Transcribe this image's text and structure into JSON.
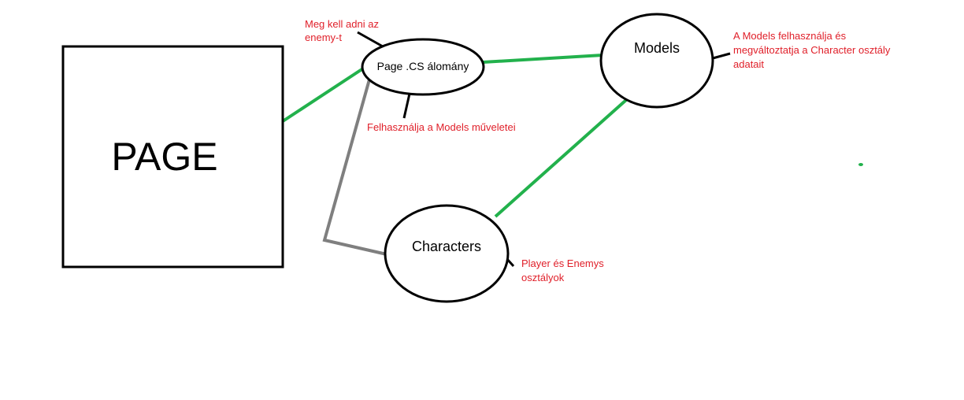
{
  "diagram": {
    "colors": {
      "outline": "#000000",
      "green_link": "#22b14c",
      "gray_link": "#7f7f7f",
      "note_red": "#e0202a"
    },
    "nodes": {
      "page": {
        "label": "PAGE",
        "shape": "rectangle"
      },
      "page_cs": {
        "label": "Page .CS álomány",
        "shape": "ellipse"
      },
      "models": {
        "label": "Models",
        "shape": "ellipse"
      },
      "characters": {
        "label": "Characters",
        "shape": "ellipse"
      }
    },
    "notes": {
      "page_cs_top": [
        "Meg kell adni az",
        "enemy-t"
      ],
      "page_cs_bottom": [
        "Felhasználja a Models műveletei"
      ],
      "models_right": [
        "A Models felhasználja és",
        "megváltoztatja a Character osztály",
        "adatait"
      ],
      "characters_right": [
        "Player és Enemys",
        "osztályok"
      ]
    },
    "edges": [
      {
        "from": "page",
        "to": "page_cs",
        "color": "green"
      },
      {
        "from": "page_cs",
        "to": "models",
        "color": "green"
      },
      {
        "from": "models",
        "to": "characters",
        "color": "green"
      },
      {
        "from": "page_cs",
        "to": "characters",
        "color": "gray"
      }
    ]
  }
}
